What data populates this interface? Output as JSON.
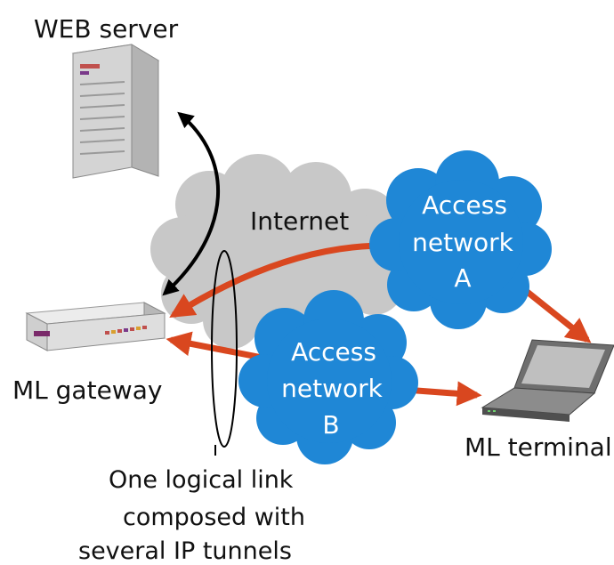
{
  "labels": {
    "web_server": "WEB server",
    "internet": "Internet",
    "access_a_line1": "Access",
    "access_a_line2": "network",
    "access_a_line3": "A",
    "access_b_line1": "Access",
    "access_b_line2": "network",
    "access_b_line3": "B",
    "ml_gateway": "ML gateway",
    "ml_terminal": "ML terminal",
    "caption_line1": "One logical link",
    "caption_line2": "composed with",
    "caption_line3": "several IP tunnels"
  },
  "icons": {
    "server": "server-tower-icon",
    "gateway": "gateway-box-icon",
    "terminal": "laptop-icon",
    "internet": "gray-cloud-icon",
    "access_network": "blue-cloud-icon"
  },
  "colors": {
    "internet_cloud": "#c8c8c8",
    "access_cloud": "#1f87d6",
    "tunnel_arrow": "#d9471f",
    "web_arrow": "#000000",
    "text": "#111111",
    "text_on_cloud": "#ffffff"
  }
}
